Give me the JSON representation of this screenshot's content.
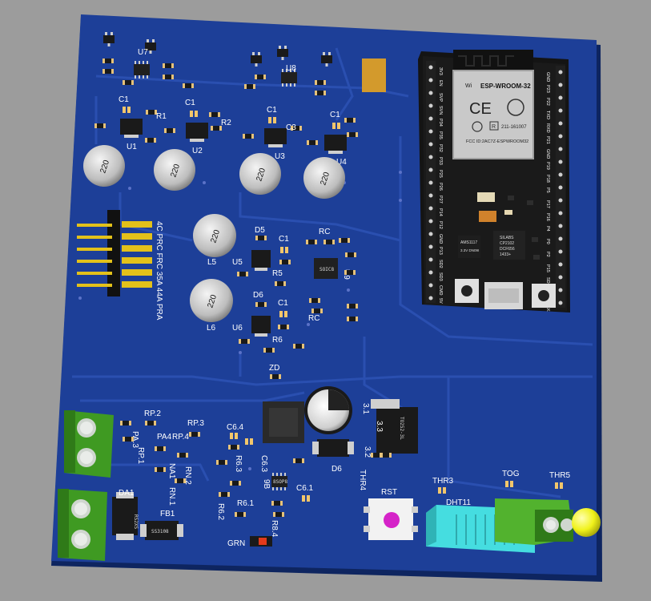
{
  "board": {
    "ind_value": "220",
    "ref": {
      "u7": "U7",
      "u8": "U8",
      "u1": "U1",
      "u2": "U2",
      "u3": "U3",
      "u4": "U4",
      "u5": "U5",
      "u6": "U6",
      "u9": "U9",
      "l5": "L5",
      "l6": "L6",
      "r1": "R1",
      "r2": "R2",
      "r5": "R5",
      "r6": "R6",
      "c1": "C1",
      "c3": "C3",
      "d5": "D5",
      "d6": "D6",
      "zd": "ZD",
      "rc": "RC",
      "rp2": "RP.2",
      "rp1": "RP.1",
      "rp3": "RP.3",
      "rp4": "RP.4",
      "pa3": "PA.3",
      "pa4": "PA4",
      "na1": "NA1",
      "rn1": "RN.1",
      "rn2": "RN.2",
      "da1": "DA1",
      "fb1": "FB1",
      "c64": "C6.4",
      "c63": "C6.3",
      "c61": "C6.1",
      "r63": "R6.3",
      "r62": "R6.2",
      "r61": "R6.1",
      "r84": "R8.4",
      "b": "9B",
      "d6b": "D6",
      "r31": "3.1",
      "r32": "3.2",
      "r33": "3.3",
      "thr4": "THR4",
      "thr3": "THR3",
      "thr5": "THR5",
      "tog": "TOG",
      "rst": "RST",
      "dht": "DHT11",
      "grn": "GRN",
      "to": "TO252-3L"
    },
    "header_label": "4C PRC FRC 35A 44A PRA",
    "chips": {
      "u9": "SOIC8",
      "ic8": "8SOP8",
      "da1": "RS2XS",
      "fb1": "SS3108"
    }
  },
  "esp32": {
    "module": "ESP-WROOM-32",
    "fcc": "FCC ID:2AC7Z-ESPWROOM32",
    "r_code": "211-161007",
    "ldo": "AMS1117",
    "ldo2": "3.3V DN09I",
    "usb_chip": "SILABS\nCP2102\nDCF656\n1433+",
    "left_pins": [
      "3V3",
      "EN",
      "SVP",
      "SVN",
      "P34",
      "P35",
      "P32",
      "P33",
      "P25",
      "P26",
      "P27",
      "P14",
      "P12",
      "GND",
      "P13",
      "SD2",
      "SD3",
      "CMD",
      "5V"
    ],
    "right_pins": [
      "GND",
      "P23",
      "P22",
      "TXD",
      "RXD",
      "P21",
      "GND",
      "P19",
      "P18",
      "P5",
      "P17",
      "P16",
      "P4",
      "P0",
      "P2",
      "P15",
      "SD1",
      "SD0",
      "CLK"
    ]
  },
  "colors": {
    "pcb": "#1d3f98",
    "pcb_trace": "#2a4fb0",
    "pad": "#f2c66b",
    "terminal": "#52b22e",
    "dht": "#45dde0",
    "led": "#f0f21a"
  }
}
